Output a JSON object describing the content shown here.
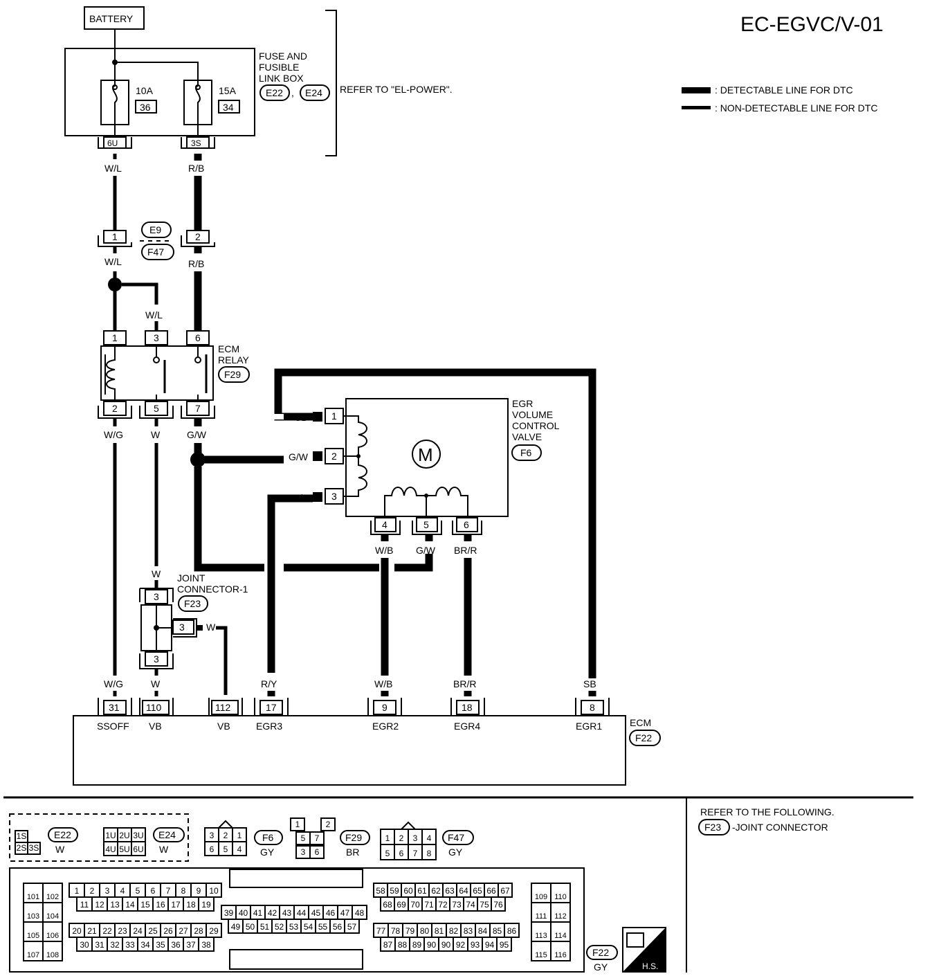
{
  "title": "EC-EGVC/V-01",
  "legend": {
    "detectable": ": DETECTABLE LINE FOR DTC",
    "non_detectable": ": NON-DETECTABLE LINE FOR DTC"
  },
  "battery": "BATTERY",
  "fuse_box": {
    "label": [
      "FUSE AND",
      "FUSIBLE",
      "LINK BOX"
    ],
    "connectors": [
      "E22",
      "E24"
    ],
    "refer": "REFER TO \"EL-POWER\".",
    "fuses": [
      {
        "rating": "10A",
        "number": "36",
        "terminal": "6U",
        "wire": "W/L"
      },
      {
        "rating": "15A",
        "number": "34",
        "terminal": "3S",
        "wire": "R/B"
      }
    ]
  },
  "inline_connector": {
    "ids": [
      "E9",
      "F47"
    ],
    "pins": [
      {
        "pin": "1",
        "wire": "W/L"
      },
      {
        "pin": "2",
        "wire": "R/B"
      }
    ]
  },
  "ecm_relay": {
    "label": [
      "ECM",
      "RELAY"
    ],
    "connector": "F29",
    "top_pins": [
      "1",
      "3",
      "6"
    ],
    "bottom_pins": [
      "2",
      "5",
      "7"
    ],
    "top_wire": "W/L",
    "bottom_wires": [
      "W/G",
      "W",
      "G/W"
    ]
  },
  "egr_valve": {
    "label": [
      "EGR",
      "VOLUME",
      "CONTROL",
      "VALVE"
    ],
    "connector": "F6",
    "motor": "M",
    "side_pins": [
      {
        "pin": "1",
        "wire": "SB"
      },
      {
        "pin": "2",
        "wire": "G/W"
      },
      {
        "pin": "3",
        "wire": "R/Y"
      }
    ],
    "bottom_pins": [
      {
        "pin": "4",
        "wire": "W/B"
      },
      {
        "pin": "5",
        "wire": "G/W"
      },
      {
        "pin": "6",
        "wire": "BR/R"
      }
    ]
  },
  "joint_connector": {
    "label": [
      "JOINT",
      "CONNECTOR-1"
    ],
    "connector": "F23",
    "pins": [
      "3",
      "3",
      "3"
    ],
    "wire_in": "W",
    "wire_side": "W"
  },
  "ecm": {
    "label": "ECM",
    "connector": "F22",
    "terminals": [
      {
        "pin": "31",
        "name": "SSOFF",
        "wire": "W/G"
      },
      {
        "pin": "110",
        "name": "VB",
        "wire": "W"
      },
      {
        "pin": "112",
        "name": "VB",
        "wire": ""
      },
      {
        "pin": "17",
        "name": "EGR3",
        "wire": "R/Y"
      },
      {
        "pin": "9",
        "name": "EGR2",
        "wire": "W/B"
      },
      {
        "pin": "18",
        "name": "EGR4",
        "wire": "BR/R"
      },
      {
        "pin": "8",
        "name": "EGR1",
        "wire": "SB"
      }
    ]
  },
  "connector_views": {
    "e22": {
      "id": "E22",
      "color": "W",
      "rows": [
        [
          "1S"
        ],
        [
          "2S",
          "3S"
        ]
      ]
    },
    "e24": {
      "id": "E24",
      "color": "W",
      "rows": [
        [
          "1U",
          "2U",
          "3U"
        ],
        [
          "4U",
          "5U",
          "6U"
        ]
      ]
    },
    "f6": {
      "id": "F6",
      "color": "GY",
      "rows": [
        [
          "3",
          "2",
          "1"
        ],
        [
          "6",
          "5",
          "4"
        ]
      ]
    },
    "f29": {
      "id": "F29",
      "color": "BR",
      "rows": [
        [
          "1",
          "2"
        ],
        [
          "5",
          "7"
        ],
        [
          "3",
          "6"
        ]
      ]
    },
    "f47": {
      "id": "F47",
      "color": "GY",
      "rows": [
        [
          "1",
          "2",
          "3",
          "4"
        ],
        [
          "5",
          "6",
          "7",
          "8"
        ]
      ]
    },
    "f22": {
      "id": "F22",
      "color": "GY"
    },
    "hs": "H.S."
  },
  "refer_following": {
    "line1": "REFER TO THE FOLLOWING.",
    "connector": "F23",
    "line2": "-JOINT CONNECTOR"
  },
  "ecm_pin_rows": [
    [
      "101",
      "102"
    ],
    [
      "103",
      "104"
    ],
    [
      "105",
      "106"
    ],
    [
      "107",
      "108"
    ],
    [
      "1",
      "2",
      "3",
      "4",
      "5",
      "6",
      "7",
      "8",
      "9",
      "10"
    ],
    [
      "11",
      "12",
      "13",
      "14",
      "15",
      "16",
      "17",
      "18",
      "19"
    ],
    [
      "20",
      "21",
      "22",
      "23",
      "24",
      "25",
      "26",
      "27",
      "28",
      "29"
    ],
    [
      "30",
      "31",
      "32",
      "33",
      "34",
      "35",
      "36",
      "37",
      "38"
    ],
    [
      "39",
      "40",
      "41",
      "42",
      "43",
      "44",
      "45",
      "46",
      "47",
      "48"
    ],
    [
      "49",
      "50",
      "51",
      "52",
      "53",
      "54",
      "55",
      "56",
      "57"
    ],
    [
      "58",
      "59",
      "60",
      "61",
      "62",
      "63",
      "64",
      "65",
      "66",
      "67"
    ],
    [
      "68",
      "69",
      "70",
      "71",
      "72",
      "73",
      "74",
      "75",
      "76"
    ],
    [
      "77",
      "78",
      "79",
      "80",
      "81",
      "82",
      "83",
      "84",
      "85",
      "86"
    ],
    [
      "87",
      "88",
      "89",
      "90",
      "90",
      "92",
      "93",
      "94",
      "95"
    ],
    [
      "109",
      "110"
    ],
    [
      "111",
      "112"
    ],
    [
      "113",
      "114"
    ],
    [
      "115",
      "116"
    ]
  ]
}
